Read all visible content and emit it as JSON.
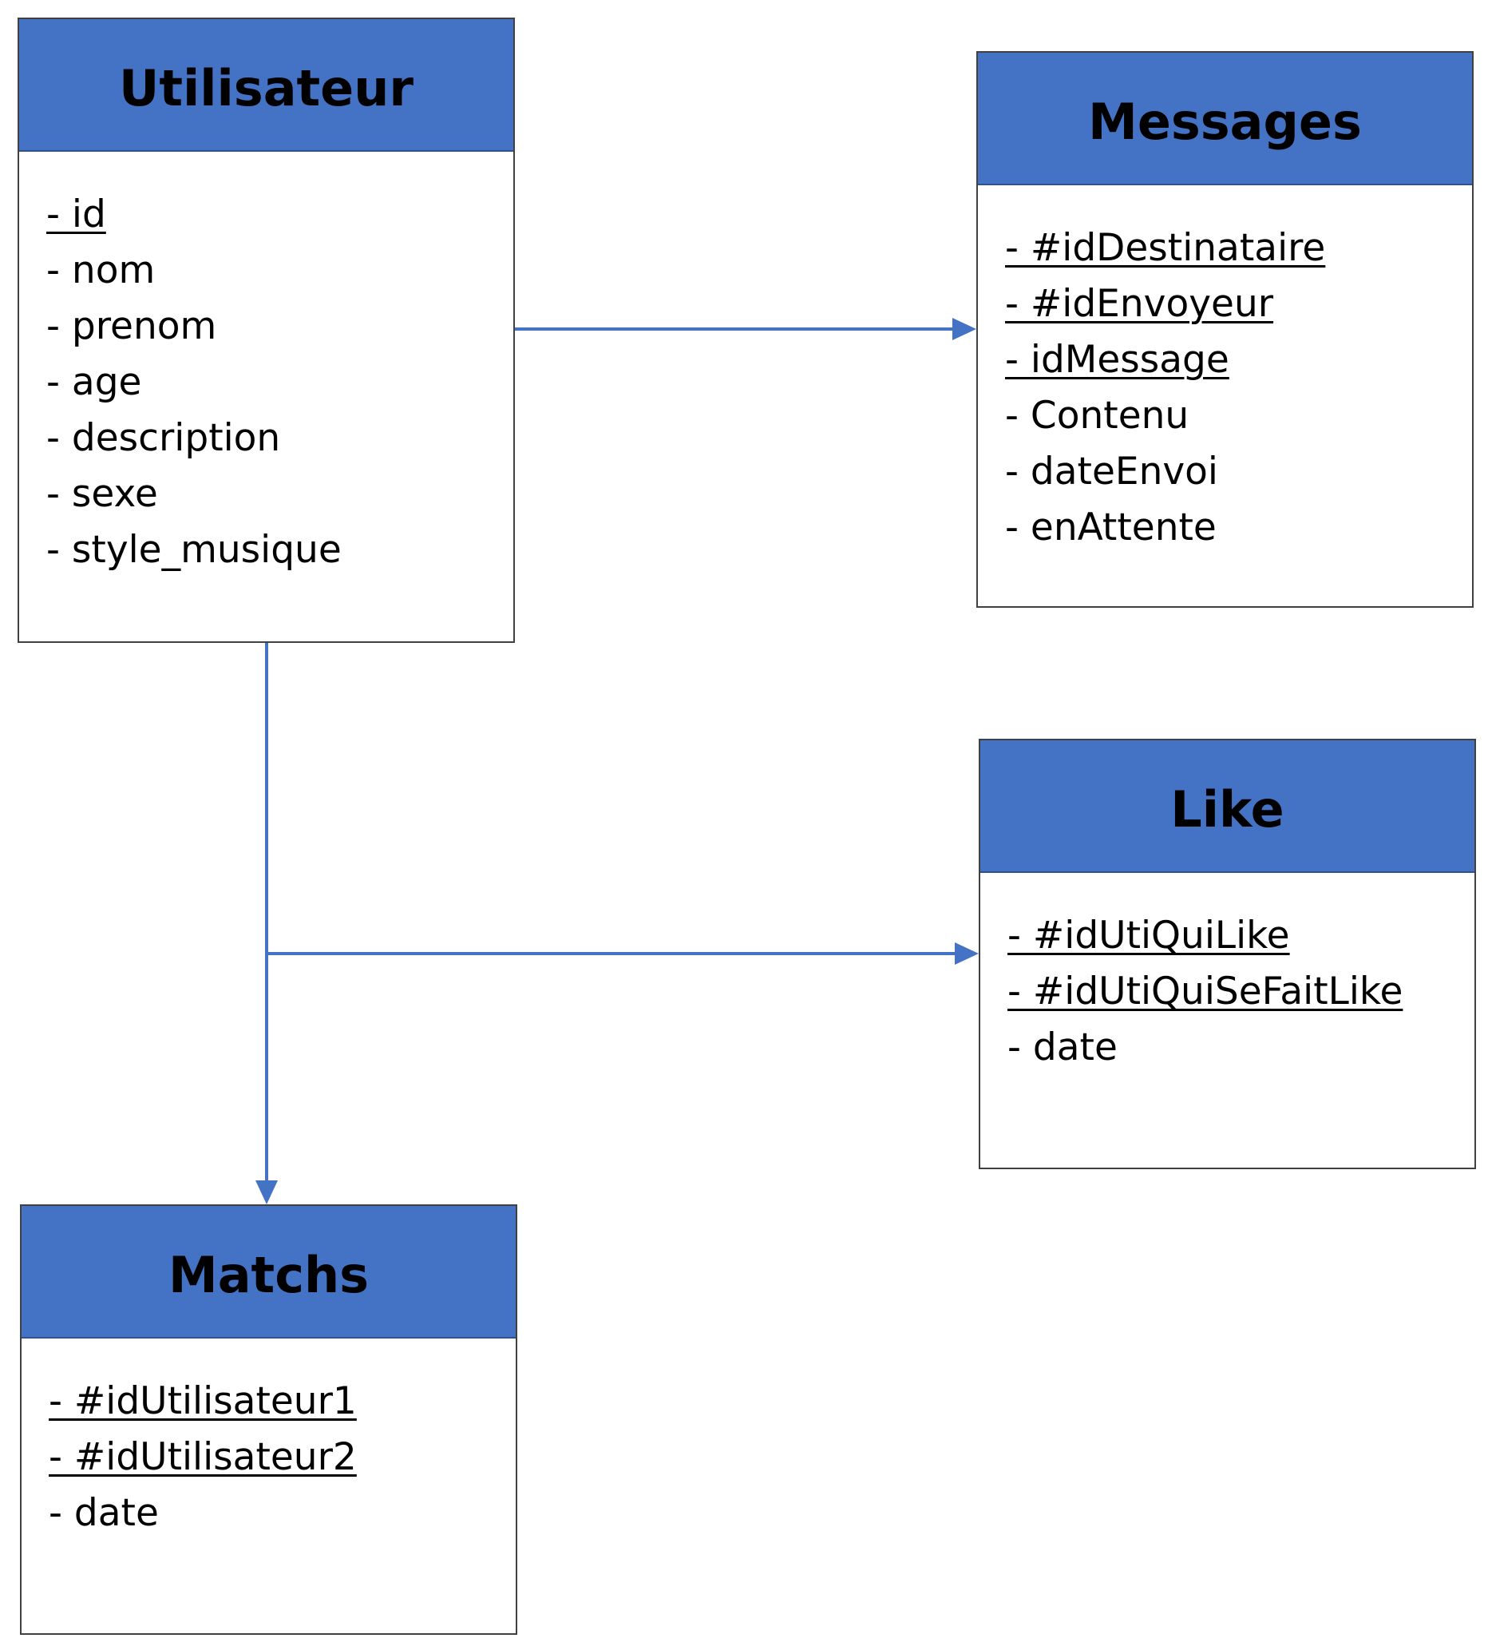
{
  "entities": {
    "utilisateur": {
      "title": "Utilisateur",
      "attributes": [
        {
          "text": "- id",
          "key": true
        },
        {
          "text": "- nom",
          "key": false
        },
        {
          "text": "- prenom",
          "key": false
        },
        {
          "text": "- age",
          "key": false
        },
        {
          "text": "- description",
          "key": false
        },
        {
          "text": "- sexe",
          "key": false
        },
        {
          "text": "- style_musique",
          "key": false
        }
      ]
    },
    "messages": {
      "title": "Messages",
      "attributes": [
        {
          "text": "- #idDestinataire",
          "key": true
        },
        {
          "text": "- #idEnvoyeur",
          "key": true
        },
        {
          "text": "- idMessage",
          "key": true
        },
        {
          "text": "- Contenu",
          "key": false
        },
        {
          "text": "- dateEnvoi",
          "key": false
        },
        {
          "text": "- enAttente",
          "key": false
        }
      ]
    },
    "like": {
      "title": "Like",
      "attributes": [
        {
          "text": "- #idUtiQuiLike",
          "key": true
        },
        {
          "text": "- #idUtiQuiSeFaitLike",
          "key": true
        },
        {
          "text": "- date",
          "key": false
        }
      ]
    },
    "matchs": {
      "title": "Matchs",
      "attributes": [
        {
          "text": "- #idUtilisateur1",
          "key": true
        },
        {
          "text": "- #idUtilisateur2",
          "key": true
        },
        {
          "text": "- date",
          "key": false
        }
      ]
    }
  },
  "colors": {
    "header": "#4472c4",
    "connector": "#4472c4",
    "border": "#404040"
  },
  "relationships": [
    {
      "from": "utilisateur",
      "to": "messages"
    },
    {
      "from": "utilisateur",
      "to": "like"
    },
    {
      "from": "utilisateur",
      "to": "matchs"
    }
  ]
}
